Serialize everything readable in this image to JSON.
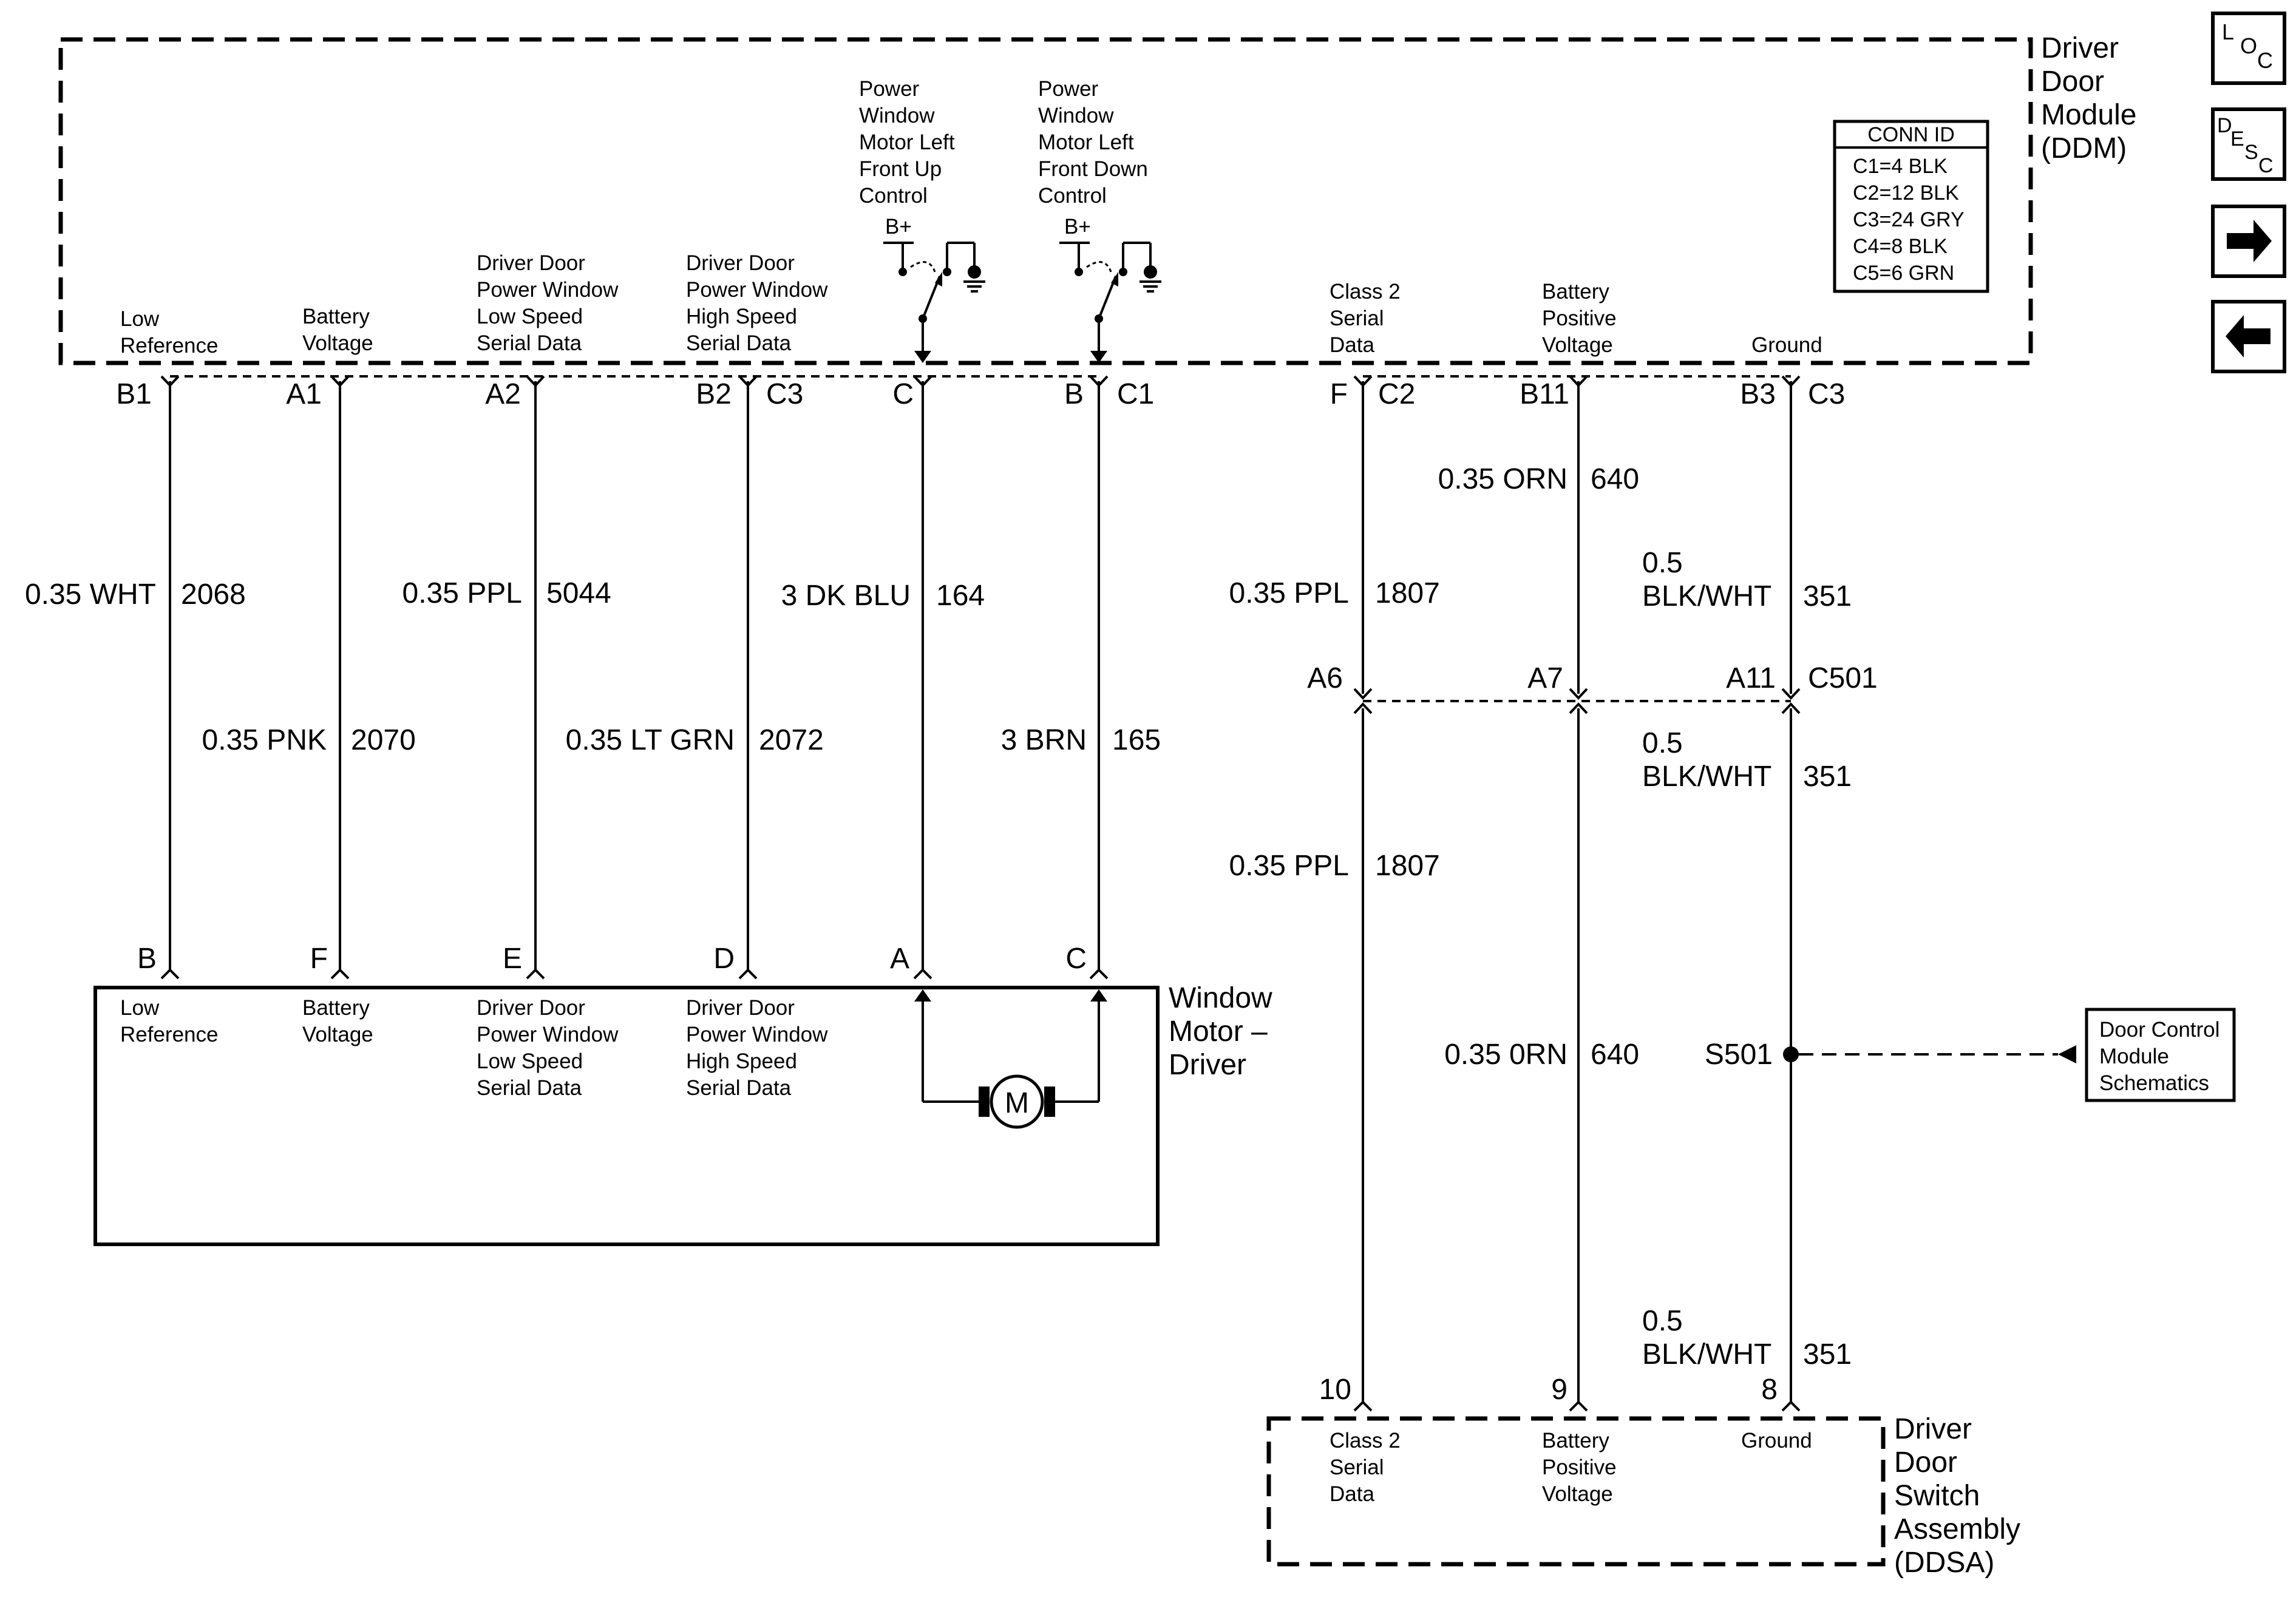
{
  "ddm": {
    "title_lines": [
      "Driver",
      "Door",
      "Module",
      "(DDM)"
    ],
    "conn_id": {
      "header": "CONN ID",
      "rows": [
        "C1=4 BLK",
        "C2=12 BLK",
        "C3=24 GRY",
        "C4=8 BLK",
        "C5=6 GRN"
      ]
    },
    "relay_up_label": [
      "Power",
      "Window",
      "Motor Left",
      "Front Up",
      "Control"
    ],
    "relay_down_label": [
      "Power",
      "Window",
      "Motor Left",
      "Front Down",
      "Control"
    ],
    "bplus": "B+"
  },
  "circuits": [
    {
      "id": "low-reference",
      "label": [
        "Low",
        "Reference"
      ],
      "ddm_pin": "B1",
      "conn": "",
      "wire": "0.35 WHT",
      "circuit": "2068",
      "motor_pin": "B",
      "motor_label": [
        "Low",
        "Reference"
      ]
    },
    {
      "id": "battery-voltage",
      "label": [
        "Battery",
        "Voltage"
      ],
      "ddm_pin": "A1",
      "conn": "",
      "wire": "0.35 PNK",
      "circuit": "2070",
      "motor_pin": "F",
      "motor_label": [
        "Battery",
        "Voltage"
      ]
    },
    {
      "id": "low-speed-serial",
      "label": [
        "Driver Door",
        "Power Window",
        "Low Speed",
        "Serial Data"
      ],
      "ddm_pin": "A2",
      "conn": "",
      "wire": "0.35 PPL",
      "circuit": "5044",
      "motor_pin": "E",
      "motor_label": [
        "Driver Door",
        "Power Window",
        "Low Speed",
        "Serial Data"
      ]
    },
    {
      "id": "high-speed-serial",
      "label": [
        "Driver Door",
        "Power Window",
        "High Speed",
        "Serial Data"
      ],
      "ddm_pin": "B2",
      "conn": "C3",
      "wire": "0.35 LT GRN",
      "circuit": "2072",
      "motor_pin": "D",
      "motor_label": [
        "Driver Door",
        "Power Window",
        "High Speed",
        "Serial Data"
      ]
    },
    {
      "id": "motor-up",
      "ddm_pin": "C",
      "conn": "",
      "wire": "3 DK BLU",
      "circuit": "164",
      "motor_pin": "A"
    },
    {
      "id": "motor-down",
      "ddm_pin": "B",
      "conn": "C1",
      "wire": "3 BRN",
      "circuit": "165",
      "motor_pin": "C"
    }
  ],
  "right_circuits": [
    {
      "id": "class2",
      "label": [
        "Class 2",
        "Serial",
        "Data"
      ],
      "ddm_pin": "F",
      "conn": "C2",
      "wire_upper": "0.35 PPL",
      "circuit_upper": "1807",
      "c501_pin": "A6",
      "wire_lower": "0.35 PPL",
      "circuit_lower": "1807",
      "ddsa_pin": "10",
      "ddsa_label": [
        "Class 2",
        "Serial",
        "Data"
      ]
    },
    {
      "id": "batt-pos",
      "label": [
        "Battery",
        "Positive",
        "Voltage"
      ],
      "ddm_pin": "B11",
      "conn": "",
      "wire_upper": "0.35 ORN",
      "circuit_upper": "640",
      "c501_pin": "A7",
      "wire_lower": "0.35 0RN",
      "circuit_lower": "640",
      "ddsa_pin": "9",
      "ddsa_label": [
        "Battery",
        "Positive",
        "Voltage"
      ]
    },
    {
      "id": "ground",
      "label": [
        "Ground"
      ],
      "ddm_pin": "B3",
      "conn": "C3",
      "wire_upper": [
        "0.5",
        "BLK/WHT"
      ],
      "circuit_upper": "351",
      "c501_pin": "A11",
      "wire_mid": [
        "0.5",
        "BLK/WHT"
      ],
      "circuit_mid": "351",
      "wire_lower": [
        "0.5",
        "BLK/WHT"
      ],
      "circuit_lower": "351",
      "ddsa_pin": "8",
      "ddsa_label": [
        "Ground"
      ]
    }
  ],
  "c501": "C501",
  "splice": "S501",
  "door_control_ref": [
    "Door Control",
    "Module",
    "Schematics"
  ],
  "window_motor": {
    "title_lines": [
      "Window",
      "Motor –",
      "Driver"
    ],
    "motor_symbol": "M"
  },
  "ddsa": {
    "title_lines": [
      "Driver",
      "Door",
      "Switch",
      "Assembly",
      "(DDSA)"
    ]
  },
  "nav": {
    "loc": {
      "l1": "L",
      "l2": "O",
      "l3": "C"
    },
    "desc": {
      "l1": "D",
      "l2": "E",
      "l3": "S",
      "l4": "C"
    },
    "next_icon": "arrow-right-icon",
    "prev_icon": "arrow-left-icon"
  }
}
